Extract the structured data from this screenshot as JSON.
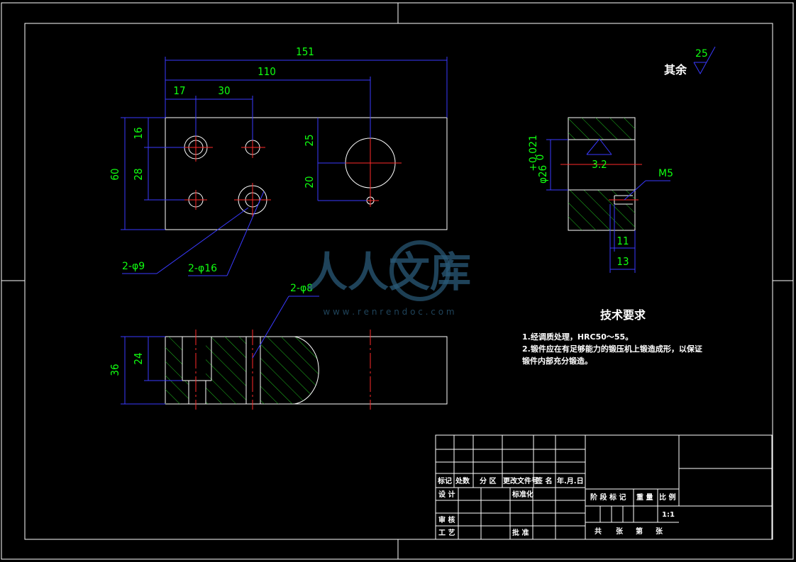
{
  "drawing": {
    "dimensions": {
      "overall_length": "151",
      "hole_pos_110": "110",
      "dist_17": "17",
      "dist_30": "30",
      "height_60": "60",
      "dist_28": "28",
      "dist_16": "16",
      "dist_25": "25",
      "dist_20": "20",
      "section_height_36": "36",
      "section_depth_24": "24",
      "side_11": "11",
      "side_13": "13"
    },
    "callouts": {
      "hole_9": "2-φ9",
      "hole_16": "2-φ16",
      "hole_8": "2-φ8",
      "thread": "M5",
      "bore_dia": "φ26",
      "bore_tol_upper": "+0.021",
      "bore_tol_lower": "0",
      "roughness_bore": "3.2",
      "roughness_rest_label": "其余",
      "roughness_rest_value": "25"
    },
    "tech_requirements": {
      "title": "技术要求",
      "line1": "1.经调质处理，HRC50～55。",
      "line2": "2.锻件应在有足够能力的锻压机上锻造成形，以保证",
      "line3": "锻件内部充分锻造。"
    }
  },
  "title_block": {
    "col_mark": "标记",
    "col_count": "处数",
    "col_zone": "分 区",
    "col_change_doc": "更改文件号",
    "col_sign": "签 名",
    "col_date": "年.月.日",
    "row_design": "设 计",
    "row_standard": "标准化",
    "row_review": "审 核",
    "row_process": "工 艺",
    "row_approve": "批 准",
    "stage_mark": "阶 段 标 记",
    "weight": "重 量",
    "scale_label": "比 例",
    "scale_value": "1:1",
    "sheets_total": "共",
    "sheets_unit": "张",
    "sheet_no": "第",
    "sheet_unit": "张"
  },
  "watermark": {
    "brand": "人人文库",
    "url": "w w w . r e n r e n d o c . c o m"
  },
  "colors": {
    "background": "#000000",
    "outline": "#ffffff",
    "dimension_line": "#3a3aff",
    "dimension_text": "#10ff10",
    "center_line": "#ff2a2a",
    "hatch": "#20c020"
  }
}
